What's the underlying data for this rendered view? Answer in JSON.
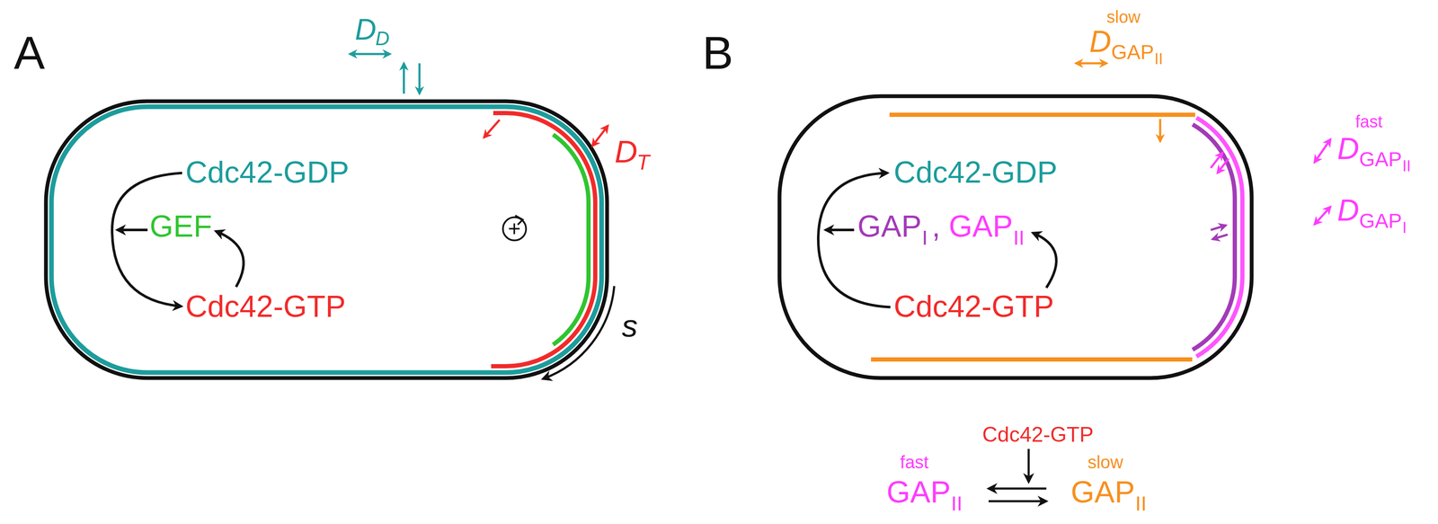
{
  "diagram": {
    "nodes": [
      {
        "text": [
          "+"
        ]
      }
    ],
    "labels": [
      "A",
      "D",
      "D",
      "Cdc42-GDP",
      "GEF",
      "Cdc42-GTP",
      "D",
      "T",
      "s",
      "B",
      "slow",
      "D",
      "GAP",
      "II",
      "Cdc42-GDP",
      "GAP",
      "I",
      ",",
      "GAP",
      "II",
      "Cdc42-GTP",
      "fast",
      "D",
      "GAP",
      "II",
      "D",
      "GAP",
      "I",
      "Cdc42-GTP",
      "fast",
      "GAP",
      "II",
      "slow",
      "GAP",
      "II"
    ]
  }
}
